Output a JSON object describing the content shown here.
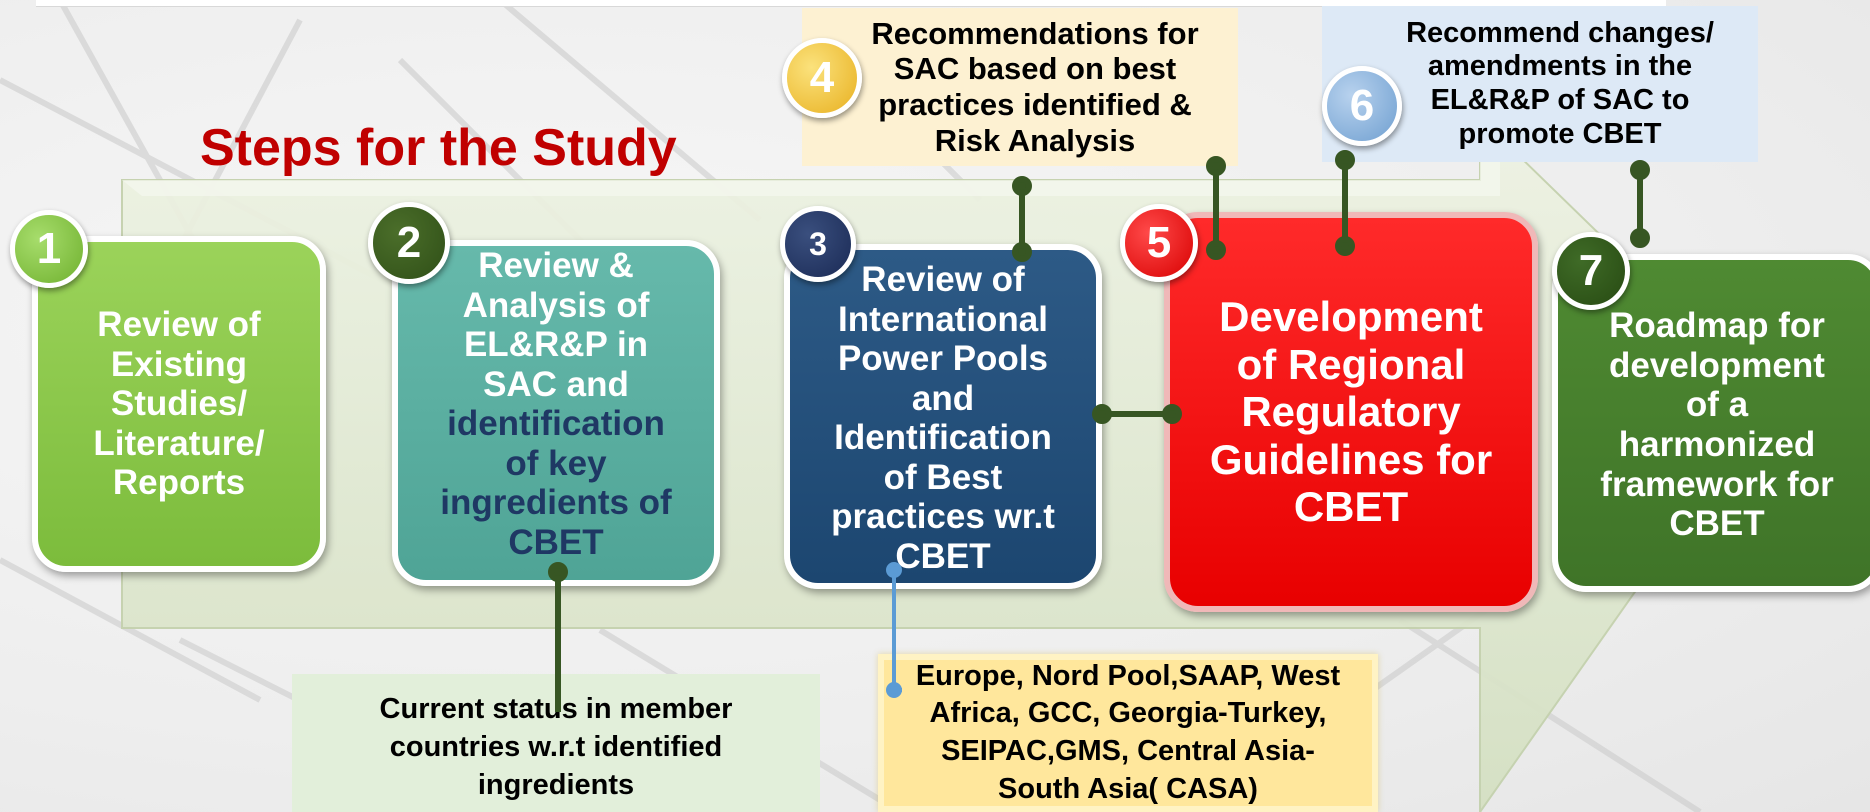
{
  "title": "Steps for the Study",
  "steps": {
    "s1": {
      "number": "1",
      "lines": [
        "Review of",
        "Existing",
        "Studies/",
        "Literature/",
        "Reports"
      ]
    },
    "s2": {
      "number": "2",
      "lines_light": [
        "Review &",
        "Analysis of",
        "EL&R&P in",
        "SAC and"
      ],
      "lines_dark": [
        "identification",
        "of key",
        "ingredients of",
        "CBET"
      ]
    },
    "s3": {
      "number": "3",
      "lines": [
        "Review of",
        "International",
        "Power Pools",
        "and",
        "Identification",
        "of Best",
        "practices wr.t",
        "CBET"
      ]
    },
    "s5": {
      "number": "5",
      "lines": [
        "Development",
        "of Regional",
        "Regulatory",
        "Guidelines for",
        "CBET"
      ]
    },
    "s7": {
      "number": "7",
      "lines": [
        "Roadmap for",
        "development",
        "of a",
        "harmonized",
        "framework for",
        "CBET"
      ]
    }
  },
  "notes": {
    "n4": {
      "number": "4",
      "lines": [
        "Recommendations for",
        "SAC based on best",
        "practices identified &",
        "Risk Analysis"
      ]
    },
    "n6": {
      "number": "6",
      "lines": [
        "Recommend changes/",
        "amendments in the",
        "EL&R&P of SAC to",
        "promote CBET"
      ]
    },
    "current": {
      "lines": [
        "Current status in member",
        "countries w.r.t identified",
        "ingredients"
      ]
    },
    "pools": {
      "lines": [
        "Europe, Nord Pool,SAAP, West",
        "Africa, GCC, Georgia-Turkey,",
        "SEIPAC,GMS, Central Asia-",
        "South Asia( CASA)"
      ]
    }
  },
  "colors": {
    "title": "#c00000",
    "step1": "#8cc84b",
    "step2": "#5aab9e",
    "step3": "#1f4e79",
    "step5": "#ff0000",
    "step7": "#4a7f2e",
    "connector_green": "#375623",
    "connector_blue": "#5b9bd5"
  }
}
